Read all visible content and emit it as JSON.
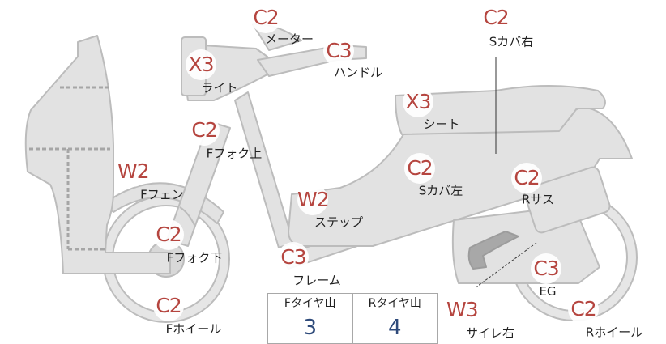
{
  "colors": {
    "grade": "#b5453f",
    "part_fill": "#e2e2e2",
    "part_stroke": "#bcbcbc",
    "value": "#2e4a7a"
  },
  "parts": {
    "meter": {
      "grade": "C2",
      "label": "メーター"
    },
    "s_cover_right": {
      "grade": "C2",
      "label": "Sカバ右"
    },
    "handle": {
      "grade": "C3",
      "label": "ハンドル"
    },
    "light": {
      "grade": "X3",
      "label": "ライト"
    },
    "seat": {
      "grade": "X3",
      "label": "シート"
    },
    "f_fork_upper": {
      "grade": "C2",
      "label": "Fフォク上"
    },
    "f_fender": {
      "grade": "W2",
      "label": "Fフェン"
    },
    "s_cover_left": {
      "grade": "C2",
      "label": "Sカバ左"
    },
    "r_suspension": {
      "grade": "C2",
      "label": "Rサス"
    },
    "step": {
      "grade": "W2",
      "label": "ステップ"
    },
    "f_fork_lower": {
      "grade": "C2",
      "label": "Fフォク下"
    },
    "frame": {
      "grade": "C3",
      "label": "フレーム"
    },
    "engine": {
      "grade": "C3",
      "label": "EG"
    },
    "f_wheel": {
      "grade": "C2",
      "label": "Fホイール"
    },
    "muffler_right": {
      "grade": "W3",
      "label": "サイレ右"
    },
    "r_wheel": {
      "grade": "C2",
      "label": "Rホイール"
    }
  },
  "tire": {
    "front_header": "Fタイヤ山",
    "rear_header": "Rタイヤ山",
    "front_value": "3",
    "rear_value": "4"
  }
}
